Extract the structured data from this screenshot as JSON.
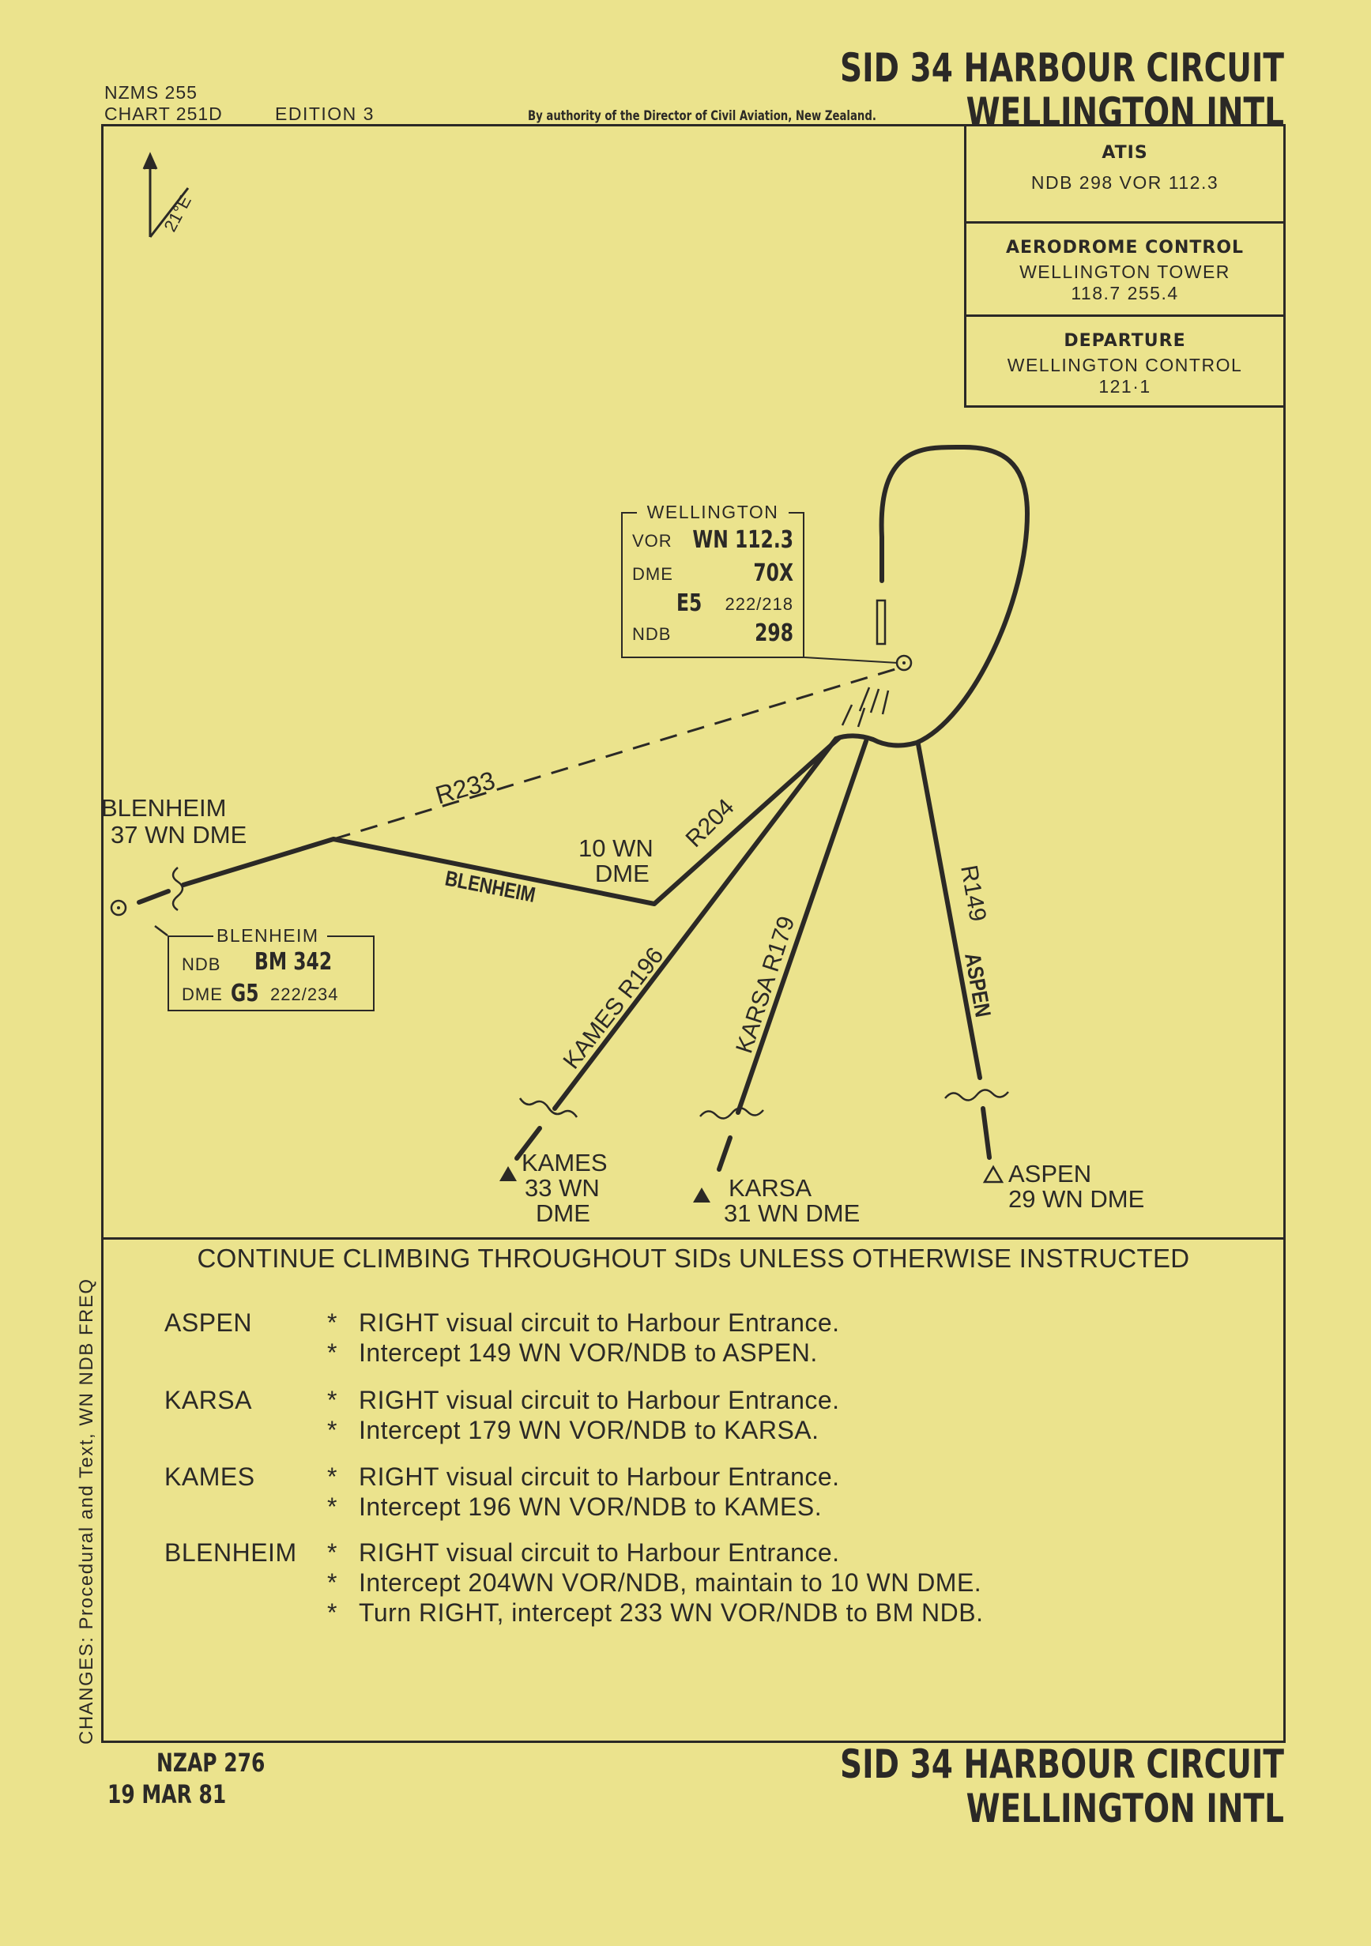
{
  "header": {
    "title_line1": "SID 34 HARBOUR CIRCUIT",
    "title_line2": "WELLINGTON INTL",
    "series": "NZMS 255",
    "chart": "CHART 251D",
    "edition": "EDITION 3",
    "authority": "By authority of the Director of Civil Aviation, New Zealand."
  },
  "comms": {
    "atis": {
      "title": "ATIS",
      "line1": "NDB 298  VOR 112.3"
    },
    "aerodrome": {
      "title": "AERODROME CONTROL",
      "line1": "WELLINGTON  TOWER",
      "line2": "118.7  255.4"
    },
    "departure": {
      "title": "DEPARTURE",
      "line1": "WELLINGTON  CONTROL",
      "line2": "121·1"
    }
  },
  "map": {
    "variation": "21°E",
    "wellington_box": {
      "title": "WELLINGTON",
      "vor_label": "VOR",
      "vor_value": "WN 112.3",
      "dme_label": "DME",
      "dme_value": "70X",
      "e5_code": "E5",
      "e5_value": "222/218",
      "ndb_label": "NDB",
      "ndb_value": "298"
    },
    "blenheim_box": {
      "title": "BLENHEIM",
      "ndb_label": "NDB",
      "ndb_value": "BM 342",
      "dme_label": "DME",
      "dme_code": "G5",
      "dme_value": "222/234"
    },
    "blenheim_fix_line1": "BLENHEIM",
    "blenheim_fix_line2": "37 WN DME",
    "ten_dme_line1": "10 WN",
    "ten_dme_line2": "DME",
    "route_labels": {
      "r233": "R233",
      "blenheim": "BLENHEIM",
      "r204": "R204",
      "kames_r196": "KAMES R196",
      "karsa_r179": "KARSA R179",
      "r149": "R149",
      "aspen": "ASPEN"
    },
    "fixes": {
      "kames": {
        "name": "KAMES",
        "line2": "33 WN",
        "line3": "DME"
      },
      "karsa": {
        "name": "KARSA",
        "line2": "31 WN DME"
      },
      "aspen": {
        "name": "ASPEN",
        "line2": "29 WN DME"
      }
    }
  },
  "instructions": {
    "heading": "CONTINUE CLIMBING THROUGHOUT SIDs UNLESS OTHERWISE INSTRUCTED",
    "routes": [
      {
        "name": "ASPEN",
        "steps": [
          "RIGHT visual circuit to Harbour Entrance.",
          "Intercept 149 WN VOR/NDB to ASPEN."
        ]
      },
      {
        "name": "KARSA",
        "steps": [
          "RIGHT visual circuit to Harbour Entrance.",
          "Intercept 179 WN VOR/NDB to KARSA."
        ]
      },
      {
        "name": "KAMES",
        "steps": [
          "RIGHT visual circuit to Harbour Entrance.",
          "Intercept 196 WN VOR/NDB to KAMES."
        ]
      },
      {
        "name": "BLENHEIM",
        "steps": [
          "RIGHT visual circuit to Harbour Entrance.",
          "Intercept 204WN VOR/NDB, maintain to 10 WN DME.",
          "Turn RIGHT, intercept 233 WN VOR/NDB to BM NDB."
        ]
      }
    ]
  },
  "side_note": "CHANGES: Procedural and Text, WN NDB FREQ",
  "footer": {
    "code": "NZAP 276",
    "date": "19 MAR 81",
    "title_line1": "SID 34 HARBOUR CIRCUIT",
    "title_line2": "WELLINGTON INTL"
  }
}
